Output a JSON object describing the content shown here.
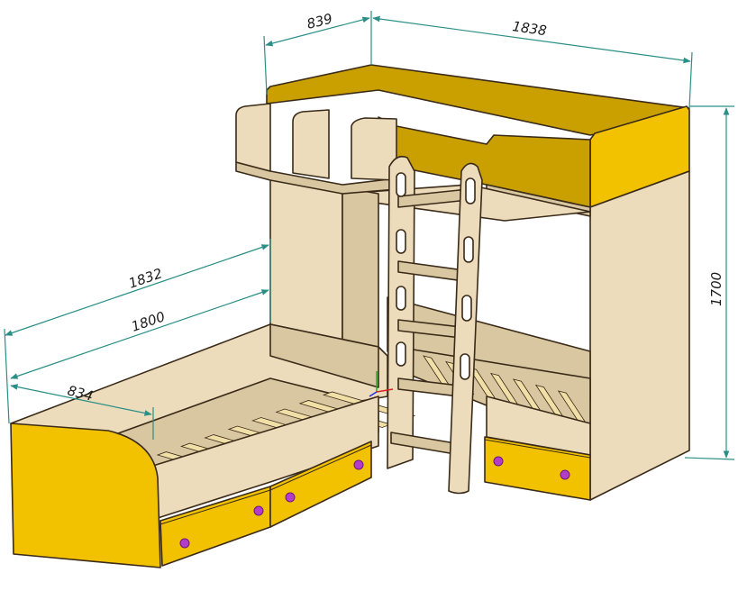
{
  "drawing": {
    "dimensions": {
      "top_depth": "839",
      "top_length": "1838",
      "height": "1700",
      "lower_length_outer": "1832",
      "lower_length_inner": "1800",
      "lower_depth": "834"
    },
    "colors": {
      "wood_light": "#ecdcbc",
      "wood_shade": "#d9c7a2",
      "yellow": "#f2c200",
      "yellow_dark": "#c9a000",
      "edge": "#3a2a18",
      "dimension_line": "#2a8f86",
      "slat": "#f1dfa8",
      "knob": "#b33cc8"
    }
  }
}
